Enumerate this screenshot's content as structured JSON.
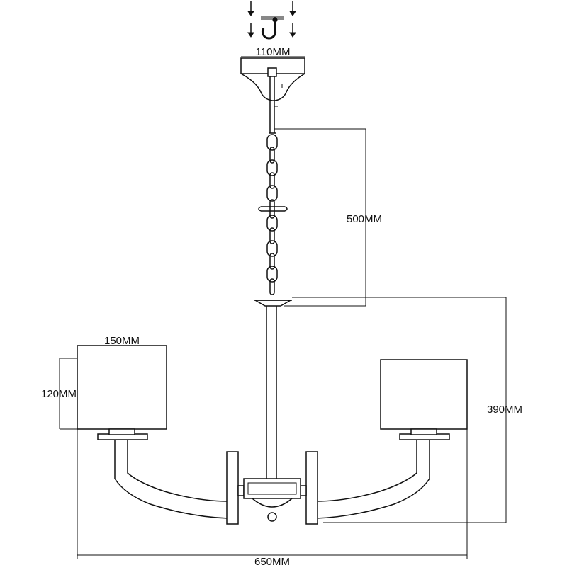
{
  "diagram": {
    "colors": {
      "line": "#111111",
      "background": "#ffffff"
    },
    "dimensions": {
      "canopy_width": "110MM",
      "chain_length": "500MM",
      "shade_width": "150MM",
      "shade_height": "120MM",
      "body_height": "390MM",
      "overall_width": "650MM"
    }
  }
}
